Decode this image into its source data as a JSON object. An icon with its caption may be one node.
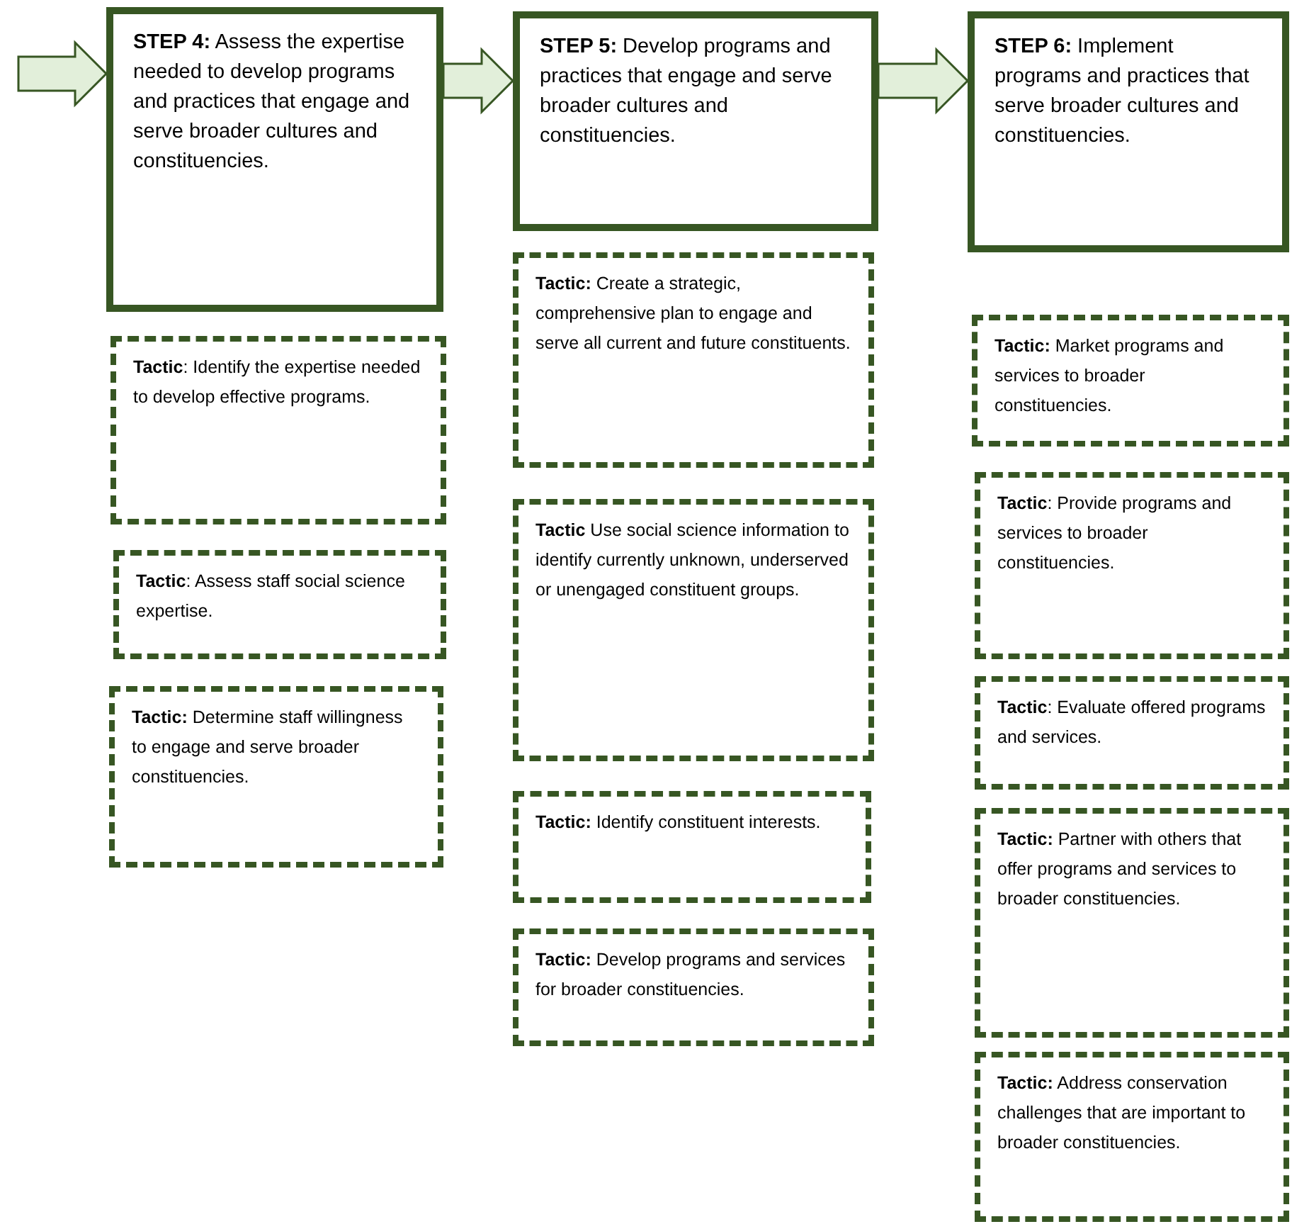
{
  "diagram": {
    "nodes": [
      {
        "text": [
          "**STEP 4:** Assess the expertise needed to develop programs and practices that engage and serve broader cultures and constituencies."
        ]
      },
      {
        "text": [
          "**STEP 5:** Develop programs and practices that engage and serve broader cultures and constituencies."
        ]
      },
      {
        "text": [
          "**STEP 6:** Implement programs and practices that serve broader cultures and constituencies."
        ]
      },
      {
        "text": [
          "**Tactic**: Identify the expertise needed to develop effective programs."
        ]
      },
      {
        "text": [
          "**Tactic**: Assess staff social science expertise."
        ]
      },
      {
        "text": [
          "**Tactic:** Determine staff willingness to engage and serve broader constituencies."
        ]
      },
      {
        "text": [
          "**Tactic:** Create a strategic, comprehensive plan to engage and serve all current and future constituents."
        ]
      },
      {
        "text": [
          "**Tactic** Use social science information to identify currently unknown, underserved or unengaged constituent groups."
        ]
      },
      {
        "text": [
          "**Tactic:** Identify constituent interests."
        ]
      },
      {
        "text": [
          "**Tactic:** Develop programs and services for broader constituencies."
        ]
      },
      {
        "text": [
          "**Tactic:** Market programs and services to broader constituencies."
        ]
      },
      {
        "text": [
          "**Tactic**: Provide programs and services to broader constituencies."
        ]
      },
      {
        "text": [
          "**Tactic**: Evaluate offered programs and services."
        ]
      },
      {
        "text": [
          "**Tactic:** Partner with others that offer programs and services to broader constituencies."
        ]
      },
      {
        "text": [
          "**Tactic:** Address conservation challenges that are important to broader constituencies."
        ]
      }
    ],
    "edges": [
      {
        "from": null,
        "to": 0,
        "arrow": "to"
      },
      {
        "from": 0,
        "to": 1,
        "arrow": "to"
      },
      {
        "from": 1,
        "to": 2,
        "arrow": "to"
      }
    ]
  }
}
